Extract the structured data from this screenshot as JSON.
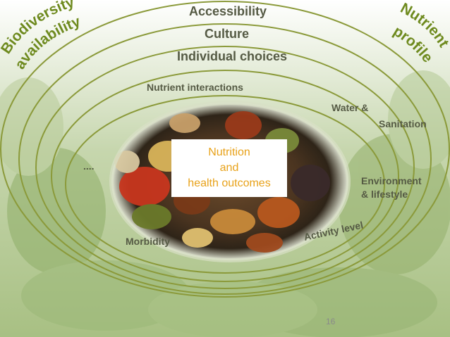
{
  "diagram": {
    "rings": {
      "accessibility": "Accessibility",
      "culture": "Culture",
      "individual_choices": "Individual choices"
    },
    "corners": {
      "biodiversity_line1": "Biodiversity",
      "biodiversity_line2": "availability",
      "nutrient_line1": "Nutrient",
      "nutrient_line2": "profile"
    },
    "factors": {
      "nutrient_interactions": "Nutrient interactions",
      "water_line1": "Water  &",
      "water_line2": "Sanitation",
      "environment_line1": "Environment",
      "environment_line2": "& lifestyle",
      "activity_level": "Activity level",
      "morbidity": "Morbidity",
      "ellipsis": "...."
    },
    "center": {
      "line1": "Nutrition",
      "line2": "and",
      "line3": "health outcomes"
    }
  },
  "page_number": "16",
  "colors": {
    "ring_stroke": "#8b9a3a",
    "corner_text": "#6e8a1e",
    "label_text": "#555a44",
    "center_text": "#e8a21a",
    "center_border": "#e8a21a",
    "background_green": "#a9c28a",
    "food_dark": "#3a2a1e"
  }
}
